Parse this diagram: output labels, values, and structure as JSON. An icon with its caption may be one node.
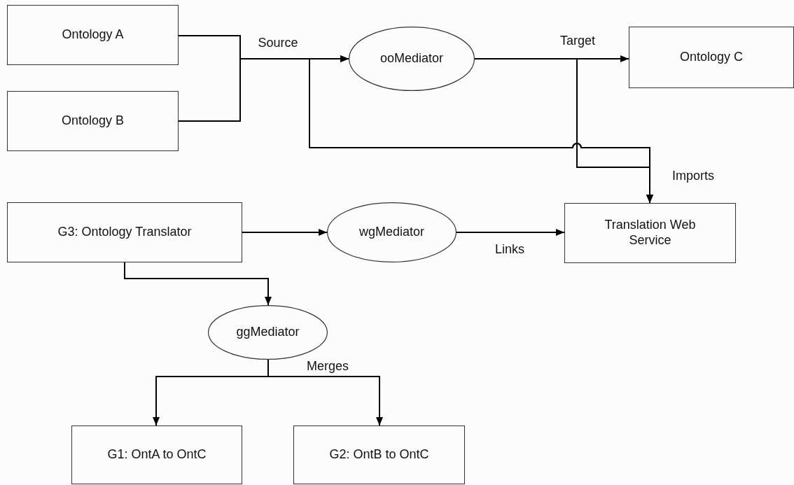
{
  "diagram": {
    "nodes": [
      {
        "text": [
          "Ontology A"
        ]
      },
      {
        "text": [
          "Ontology B"
        ]
      },
      {
        "text": [
          "ooMediator"
        ]
      },
      {
        "text": [
          "Ontology C"
        ]
      },
      {
        "text": [
          "G3: Ontology Translator"
        ]
      },
      {
        "text": [
          "wgMediator"
        ]
      },
      {
        "text": [
          "Translation Web Service"
        ]
      },
      {
        "text": [
          "ggMediator"
        ]
      },
      {
        "text": [
          "G1: OntA to OntC"
        ]
      },
      {
        "text": [
          "G2: OntB to OntC"
        ]
      }
    ],
    "edges": [
      {
        "from": 0,
        "to": 2,
        "arrow": "to",
        "label": "Source"
      },
      {
        "from": 1,
        "to": 2,
        "arrow": "to"
      },
      {
        "from": 2,
        "to": 3,
        "arrow": "to",
        "label": "Target"
      },
      {
        "from": 0,
        "to": 6,
        "arrow": "to"
      },
      {
        "from": 1,
        "to": 6,
        "arrow": "to"
      },
      {
        "from": 2,
        "to": 6,
        "arrow": "to",
        "label": "Imports"
      },
      {
        "from": 4,
        "to": 5,
        "arrow": "to"
      },
      {
        "from": 5,
        "to": 6,
        "arrow": "to",
        "label": "Links"
      },
      {
        "from": 4,
        "to": 7,
        "arrow": "to"
      },
      {
        "from": 7,
        "to": 8,
        "arrow": "to"
      },
      {
        "from": 7,
        "to": 9,
        "arrow": "to",
        "label": "Merges"
      }
    ]
  }
}
